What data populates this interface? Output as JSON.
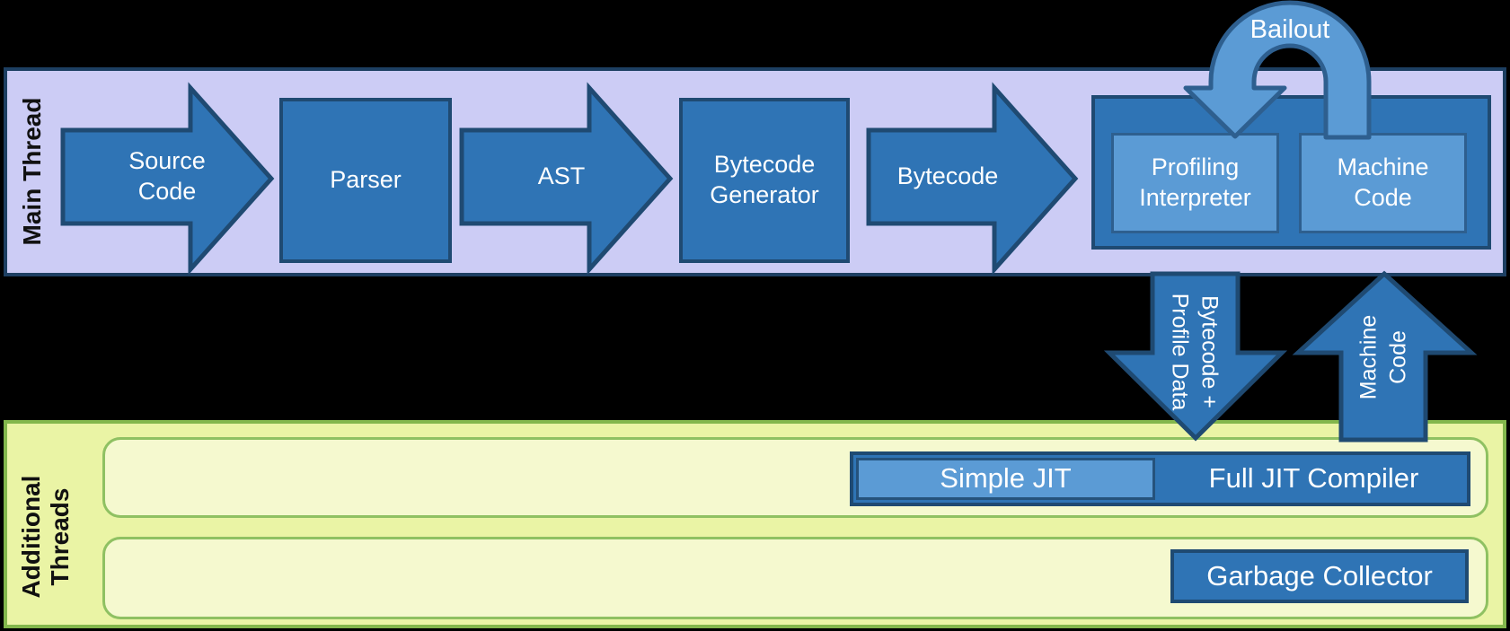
{
  "colors": {
    "background": "#000000",
    "blue_fill": "#2f74b5",
    "blue_border": "#1f4a72",
    "light_blue_fill": "#5b9bd5",
    "light_blue_border": "#2e5f8f",
    "purple_band_fill": "#ccccf5",
    "purple_band_border": "#1d3f62",
    "green_band_fill": "#eaf4a5",
    "green_band_border": "#83b74c",
    "green_row_fill": "#f5f9cf",
    "green_row_border": "#8fc162",
    "label_text": "#ffffff",
    "band_label_text": "#111111"
  },
  "main_thread": {
    "band_label": "Main Thread",
    "source_arrow": "Source Code",
    "parser_box": "Parser",
    "ast_arrow": "AST",
    "bytecode_generator_box": "Bytecode Generator",
    "bytecode_arrow": "Bytecode",
    "profiling_interpreter_box": "Profiling Interpreter",
    "machine_code_box": "Machine Code",
    "bailout_arrow": "Bailout"
  },
  "transfers": {
    "to_jit_line1": "Bytecode +",
    "to_jit_line2": "Profile Data",
    "to_main_line1": "Machine",
    "to_main_line2": "Code"
  },
  "additional_threads": {
    "band_label_line1": "Additional",
    "band_label_line2": "Threads",
    "simple_jit_box": "Simple JIT",
    "full_jit_bar": "Full JIT Compiler",
    "garbage_collector_box": "Garbage Collector"
  }
}
